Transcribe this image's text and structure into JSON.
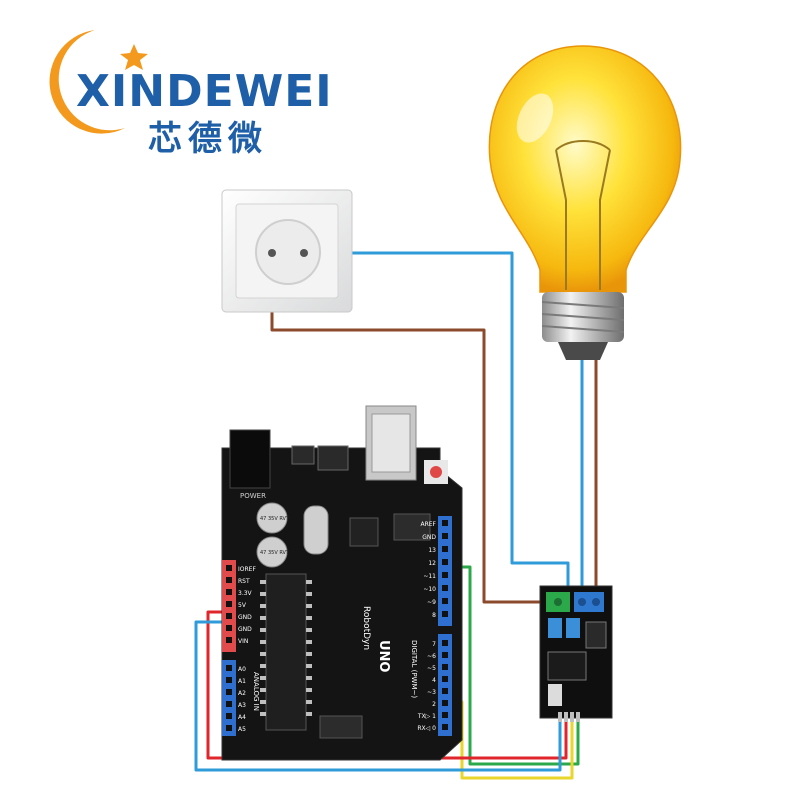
{
  "logo": {
    "name_en": "XINDEWEI",
    "name_cn": "芯德微",
    "colors": {
      "orange": "#F39A1E",
      "blue": "#1E5FA8"
    }
  },
  "board": {
    "power_label": "POWER",
    "analog_label": "ANALOG IN",
    "digital_label": "DIGITAL (PWM~)",
    "power_pins": [
      "IOREF",
      "RST",
      "3.3V",
      "5V",
      "GND",
      "GND",
      "VIN"
    ],
    "analog_pins": [
      "A0",
      "A1",
      "A2",
      "A3",
      "A4",
      "A5"
    ],
    "top_pins_left": [
      "AREF",
      "GND",
      "13",
      "12",
      "~11",
      "~10",
      "~9",
      "8"
    ],
    "top_pins_right": [
      "7",
      "~6",
      "~5",
      "4",
      "~3",
      "2",
      "TX▷ 1",
      "RX◁ 0"
    ],
    "cap1": "47 35V RVT",
    "cap2": "47 35V RVT",
    "model": "UNO",
    "brand": "RobotDyn"
  },
  "module": {
    "title": "AC Light Dimmer Module"
  },
  "wires": {
    "blue": "#2F9BD9",
    "brown": "#8B4A2B",
    "red": "#E0262B",
    "green": "#2AA84A",
    "yellow": "#E8D62A"
  }
}
